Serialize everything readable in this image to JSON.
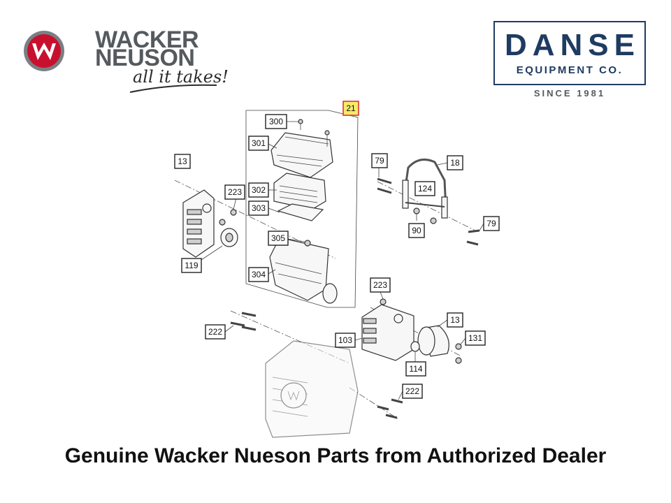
{
  "brand": {
    "logo_mark": "W",
    "wordmark_line1": "WACKER",
    "wordmark_line2": "NEUSON",
    "tagline": "all it takes!",
    "colors": {
      "red": "#c8102e",
      "grey": "#555a5f"
    }
  },
  "dealer": {
    "name": "DANSE",
    "subtitle": "EQUIPMENT CO.",
    "since": "SINCE 1981",
    "color": "#1f3b62"
  },
  "diagram": {
    "callouts": [
      {
        "label": "21",
        "highlighted": true
      },
      {
        "label": "300"
      },
      {
        "label": "301"
      },
      {
        "label": "302"
      },
      {
        "label": "303"
      },
      {
        "label": "305"
      },
      {
        "label": "304"
      },
      {
        "label": "13"
      },
      {
        "label": "223"
      },
      {
        "label": "119"
      },
      {
        "label": "79"
      },
      {
        "label": "18"
      },
      {
        "label": "124"
      },
      {
        "label": "90"
      },
      {
        "label": "79"
      },
      {
        "label": "223"
      },
      {
        "label": "13"
      },
      {
        "label": "103"
      },
      {
        "label": "131"
      },
      {
        "label": "114"
      },
      {
        "label": "222"
      },
      {
        "label": "222"
      }
    ]
  },
  "footer": {
    "caption": "Genuine Wacker Nueson Parts from Authorized Dealer"
  }
}
